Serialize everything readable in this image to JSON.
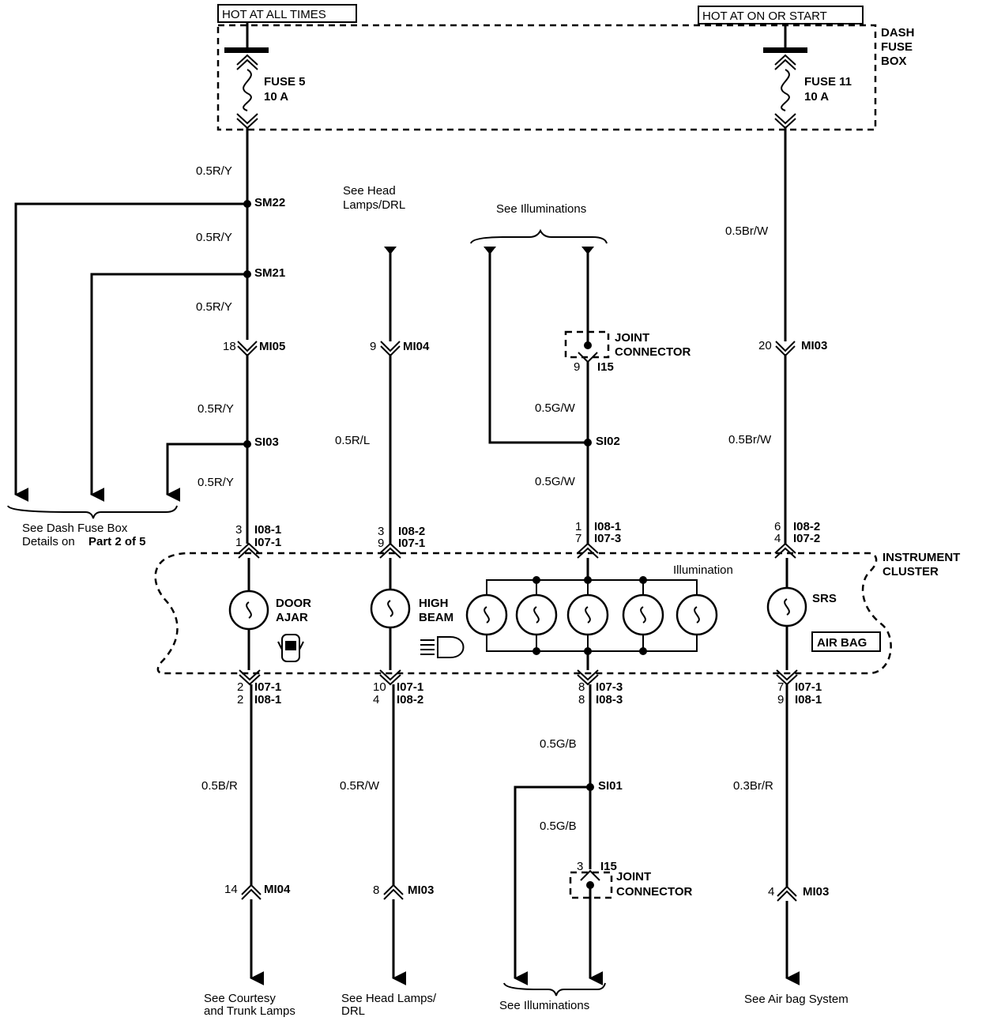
{
  "top": {
    "hot_always": "HOT AT ALL TIMES",
    "hot_on_start": "HOT AT ON OR START",
    "dash_fuse_box": [
      "DASH",
      "FUSE",
      "BOX"
    ],
    "fuse5": [
      "FUSE 5",
      "10 A"
    ],
    "fuse11": [
      "FUSE 11",
      "10 A"
    ]
  },
  "col1": {
    "wire_a": "0.5R/Y",
    "sm22": "SM22",
    "wire_b": "0.5R/Y",
    "sm21": "SM21",
    "wire_c": "0.5R/Y",
    "conn_mi05_pin": "18",
    "conn_mi05": "MI05",
    "wire_d": "0.5R/Y",
    "si03": "SI03",
    "wire_e": "0.5R/Y",
    "ref_dash": [
      "See Dash Fuse Box",
      "Details on"
    ],
    "ref_part": "Part 2 of 5",
    "i08_pin": "3",
    "i08": "I08-1",
    "i07_pin": "1",
    "i07": "I07-1",
    "lamp": [
      "DOOR",
      "AJAR"
    ],
    "b_pin1": "2",
    "b_conn1": "I07-1",
    "b_pin2": "2",
    "b_conn2": "I08-1",
    "wire_f": "0.5B/R",
    "mi04_pin": "14",
    "mi04": "MI04",
    "ref_bottom": [
      "See Courtesy",
      "and Trunk Lamps"
    ]
  },
  "col2": {
    "ref_top": [
      "See Head",
      "Lamps/DRL"
    ],
    "mi04_pin": "9",
    "mi04": "MI04",
    "wire_a": "0.5R/L",
    "i08_pin": "3",
    "i08": "I08-2",
    "i07_pin": "9",
    "i07": "I07-1",
    "lamp": [
      "HIGH",
      "BEAM"
    ],
    "b_pin1": "10",
    "b_conn1": "I07-1",
    "b_pin2": "4",
    "b_conn2": "I08-2",
    "wire_b": "0.5R/W",
    "mi03_pin": "8",
    "mi03": "MI03",
    "ref_bottom": [
      "See Head Lamps/",
      "DRL"
    ]
  },
  "col3": {
    "ref_top": "See Illuminations",
    "joint_top": [
      "JOINT",
      "CONNECTOR"
    ],
    "i15_pin_top": "9",
    "i15_top": "I15",
    "wire_a": "0.5G/W",
    "si02": "SI02",
    "wire_b": "0.5G/W",
    "i08_pin": "1",
    "i08": "I08-1",
    "i07_pin": "7",
    "i07": "I07-3",
    "illum": "Illumination",
    "b_pin1": "8",
    "b_conn1": "I07-3",
    "b_pin2": "8",
    "b_conn2": "I08-3",
    "wire_c": "0.5G/B",
    "si01": "SI01",
    "wire_d": "0.5G/B",
    "i15_pin_bottom": "3",
    "i15_bottom": "I15",
    "joint_bottom": [
      "JOINT",
      "CONNECTOR"
    ],
    "ref_bottom": "See Illuminations"
  },
  "col4": {
    "wire_a": "0.5Br/W",
    "mi03_pin": "20",
    "mi03": "MI03",
    "wire_b": "0.5Br/W",
    "i08_pin": "6",
    "i08": "I08-2",
    "i07_pin": "4",
    "i07": "I07-2",
    "cluster": [
      "INSTRUMENT",
      "CLUSTER"
    ],
    "lamp": "SRS",
    "airbag": "AIR BAG",
    "b_pin1": "7",
    "b_conn1": "I07-1",
    "b_pin2": "9",
    "b_conn2": "I08-1",
    "wire_c": "0.3Br/R",
    "mi03b_pin": "4",
    "mi03b": "MI03",
    "ref_bottom": "See Air bag System"
  }
}
